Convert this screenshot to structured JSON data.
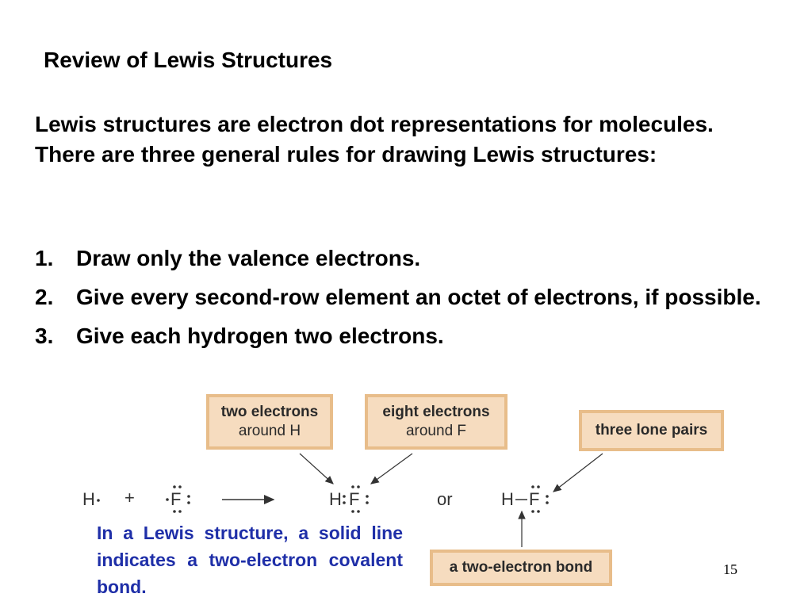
{
  "slide": {
    "title": "Review of Lewis Structures",
    "intro": "Lewis structures are electron dot representations for molecules. There are three general rules for drawing Lewis structures:",
    "rules": [
      {
        "num": "1.",
        "text": "Draw only the valence electrons."
      },
      {
        "num": "2.",
        "text": "Give every second-row element an octet of electrons, if possible."
      },
      {
        "num": "3.",
        "text": "Give each hydrogen two electrons."
      }
    ],
    "figure": {
      "box1": {
        "line1": "two electrons",
        "line2": "around H"
      },
      "box2": {
        "line1": "eight electrons",
        "line2": "around F"
      },
      "box3": "three lone pairs",
      "box4": "a two-electron bond",
      "reactant_h": "H",
      "plus": "+",
      "reactant_f": "F",
      "product_h": "H",
      "product_f": "F",
      "or": "or",
      "alt_h": "H",
      "alt_f": "F"
    },
    "note": "In a Lewis structure, a solid line indicates a two-electron covalent bond.",
    "page_number": "15",
    "colors": {
      "box_fill": "#f6dcbf",
      "box_border": "#e8bd8a",
      "note_text": "#1f2fa8"
    }
  }
}
